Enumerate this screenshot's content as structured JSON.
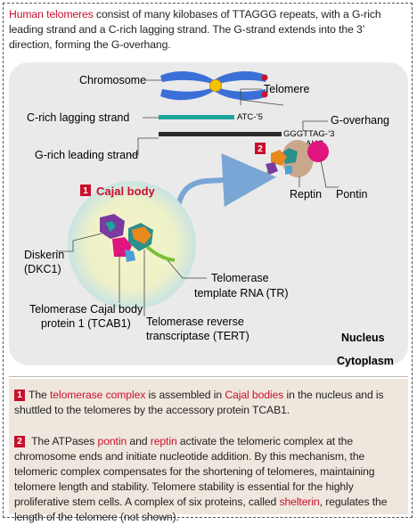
{
  "intro": {
    "highlight": "Human telomeres",
    "rest": " consist of many kilobases of TTAGGG repeats, with a G-rich leading strand and a C-rich lagging strand. The G-strand extends into the 3’ direction, forming the G-overhang."
  },
  "diagram": {
    "chromosome": "Chromosome",
    "telomere": "Telomere",
    "c_rich": "C-rich lagging strand",
    "g_rich": "G-rich leading strand",
    "atc": "ATC-’5",
    "gggttag": "GGGTTAG-’3",
    "auc": "AUC",
    "g_overhang": "G-overhang",
    "step1": "1",
    "step2": "2",
    "cajal_body": "Cajal body",
    "reptin": "Reptin",
    "pontin": "Pontin",
    "diskerin_1": "Diskerin",
    "diskerin_2": "(DKC1)",
    "tcab1_1": "Telomerase Cajal body",
    "tcab1_2": "protein 1 (TCAB1)",
    "tr_1": "Telomerase",
    "tr_2": "template RNA (TR)",
    "tert_1": "Telomerase reverse",
    "tert_2": "transcriptase (TERT)",
    "nucleus": "Nucleus",
    "cytoplasm": "Cytoplasm"
  },
  "note1": {
    "badge": "1",
    "t1": "The ",
    "h1": "telomerase complex",
    "t2": " is assembled in ",
    "h2": "Cajal bodies",
    "t3": " in the nucleus and is shuttled to the telomeres by the accessory protein TCAB1."
  },
  "note2": {
    "badge": "2",
    "t1": " The ATPases ",
    "h1": "pontin",
    "t2": " and ",
    "h2": "reptin",
    "t3": " activate the telomeric complex at the chromosome ends and initiate nucleotide addition. By this mechanism, the telomeric complex compensates for the shortening of telomeres, maintaining telomere length and stability. Telomere stability is essential for the highly proliferative stem cells. A complex of six proteins, called ",
    "h3": "shelterin",
    "t4": ", regulates the length of the telomere (not shown)."
  },
  "colors": {
    "accent_red": "#c8102e",
    "strand_teal": "#1aa59a",
    "strand_dark": "#2b2b2b",
    "cajal_yellow": "#f3f1b0",
    "chromosome_blue": "#3a6fd8",
    "pontin_magenta": "#e0157f",
    "reptin_tan": "#c9a78a"
  }
}
